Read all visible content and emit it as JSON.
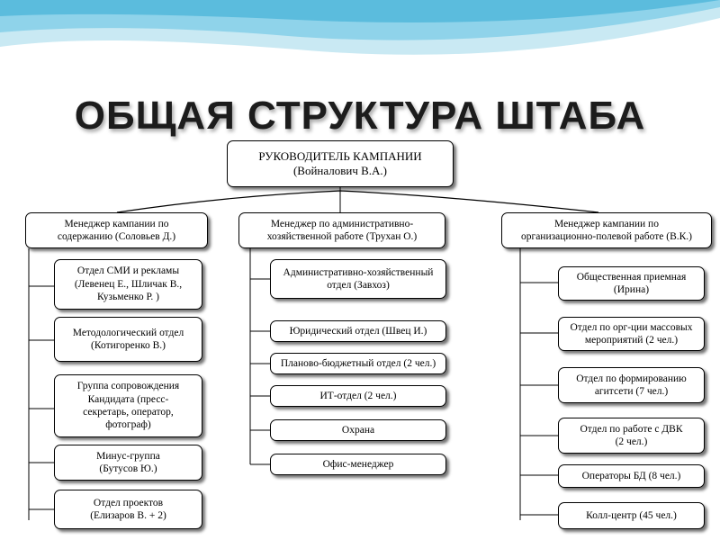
{
  "title": "ОБЩАЯ СТРУКТУРА ШТАБА",
  "colors": {
    "wave_light": "#c9e9f3",
    "wave_mid": "#8fd3ea",
    "wave_dark": "#5bbcdd",
    "title": "#1c1c1c"
  },
  "root": {
    "label": "РУКОВОДИТЕЛЬ КАМПАНИИ\n(Войналович В.А.)"
  },
  "managers": [
    {
      "label": "Менеджер кампании по\nсодержанию (Соловьев Д.)",
      "units": [
        "Отдел СМИ и рекламы\n(Левенец Е., Шличак В.,\nКузьменко Р. )",
        "Методологический отдел\n(Котигоренко В.)",
        "Группа сопровождения\nКандидата (пресс-\nсекретарь, оператор,\nфотограф)",
        "Минус-группа\n(Бутусов Ю.)",
        "Отдел проектов\n(Елизаров В. + 2)"
      ]
    },
    {
      "label": "Менеджер по административно-\nхозяйственной работе (Трухан О.)",
      "units": [
        "Административно-хозяйственный\nотдел (Завхоз)",
        "Юридический отдел (Швец И.)",
        "Планово-бюджетный отдел (2 чел.)",
        "ИТ-отдел (2 чел.)",
        "Охрана",
        "Офис-менеджер"
      ]
    },
    {
      "label": "Менеджер кампании по\nорганизационно-полевой работе (В.К.)",
      "units": [
        "Общественная приемная\n(Ирина)",
        "Отдел по  орг-ции массовых\nмероприятий (2 чел.)",
        "Отдел по формированию\nагитсети (7 чел.)",
        "Отдел по работе с ДВК\n(2 чел.)",
        "Операторы БД (8 чел.)",
        "Колл-центр (45 чел.)"
      ]
    }
  ]
}
